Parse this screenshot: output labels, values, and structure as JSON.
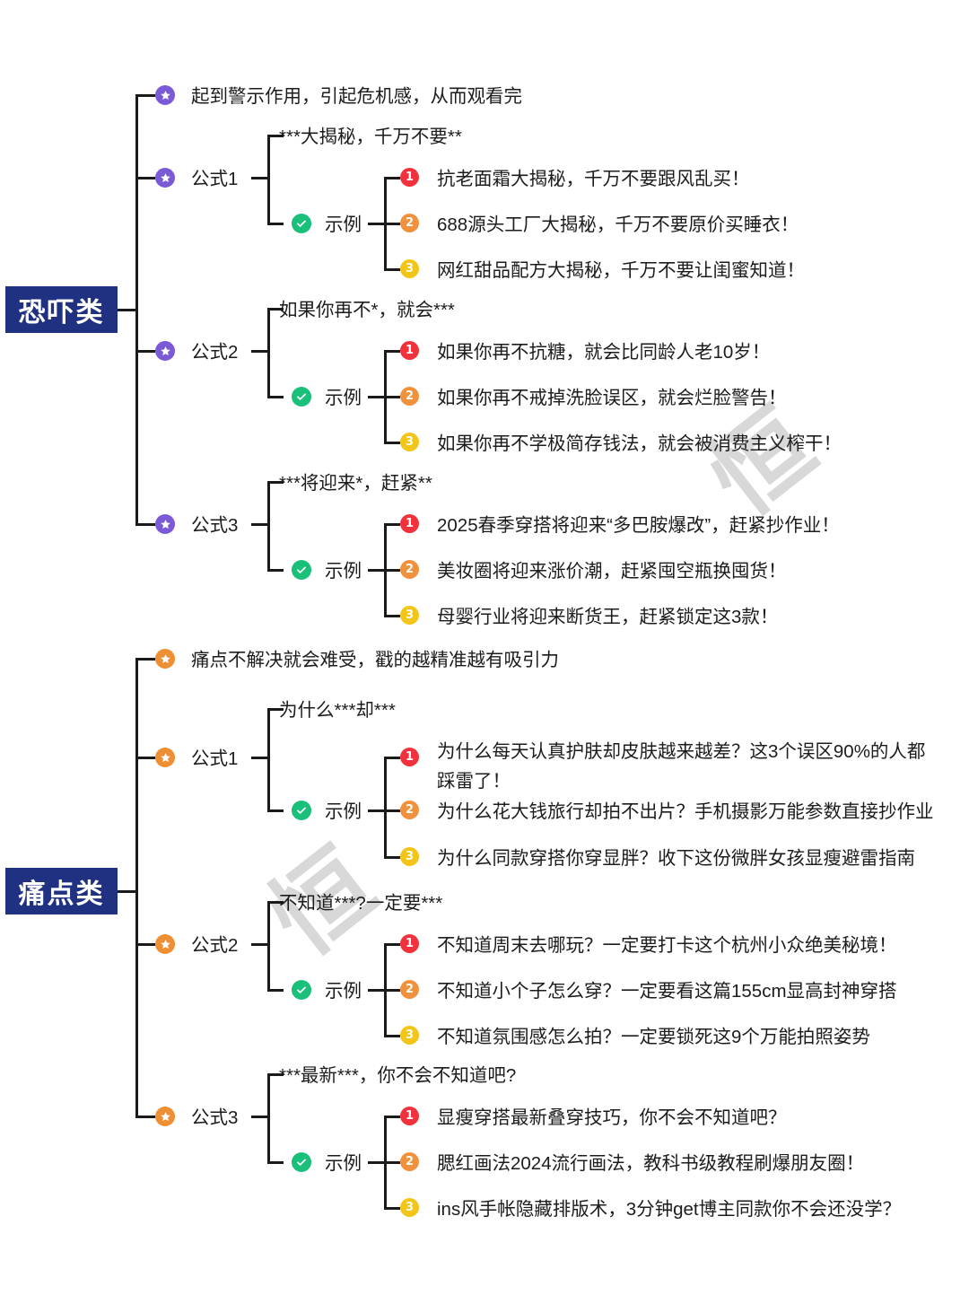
{
  "colors": {
    "category_box_bg": "#1f3180",
    "star_purple": "#7a5ad6",
    "star_orange": "#ef8f33",
    "check_green": "#18c07a",
    "badge_1": "#f0323c",
    "badge_2": "#f0913e",
    "badge_3": "#f2c518",
    "line": "#1a1a1a",
    "text": "#1c1c1c",
    "watermark": "#b9b9b9"
  },
  "watermarks": [
    "恒",
    "恒"
  ],
  "icons": {
    "star": "star-icon",
    "check": "check-circle-icon",
    "badge_1": "number-badge-1-icon",
    "badge_2": "number-badge-2-icon",
    "badge_3": "number-badge-3-icon"
  },
  "labels": {
    "example": "示例"
  },
  "categories": [
    {
      "name": "恐吓类",
      "intro": "起到警示作用，引起危机感，从而观看完",
      "formulas": [
        {
          "label": "公式1",
          "pattern": "***大揭秘，千万不要**",
          "example_label": "示例",
          "examples": [
            "抗老面霜大揭秘，千万不要跟风乱买！",
            "688源头工厂大揭秘，千万不要原价买睡衣！",
            "网红甜品配方大揭秘，千万不要让闺蜜知道！"
          ]
        },
        {
          "label": "公式2",
          "pattern": "如果你再不*，就会***",
          "example_label": "示例",
          "examples": [
            "如果你再不抗糖，就会比同龄人老10岁！",
            "如果你再不戒掉洗脸误区，就会烂脸警告！",
            "如果你再不学极简存钱法，就会被消费主义榨干！"
          ]
        },
        {
          "label": "公式3",
          "pattern": "***将迎来*，赶紧**",
          "example_label": "示例",
          "examples": [
            "2025春季穿搭将迎来“多巴胺爆改”，赶紧抄作业！",
            "美妆圈将迎来涨价潮，赶紧囤空瓶换囤货！",
            "母婴行业将迎来断货王，赶紧锁定这3款！"
          ]
        }
      ]
    },
    {
      "name": "痛点类",
      "intro": "痛点不解决就会难受，戳的越精准越有吸引力",
      "formulas": [
        {
          "label": "公式1",
          "pattern": "为什么***却***",
          "example_label": "示例",
          "examples": [
            "为什么每天认真护肤却皮肤越来越差？这3个误区90%的人都踩雷了！",
            "为什么花大钱旅行却拍不出片？手机摄影万能参数直接抄作业",
            "为什么同款穿搭你穿显胖？收下这份微胖女孩显瘦避雷指南"
          ]
        },
        {
          "label": "公式2",
          "pattern": "不知道***?一定要***",
          "example_label": "示例",
          "examples": [
            "不知道周末去哪玩？一定要打卡这个杭州小众绝美秘境！",
            "不知道小个子怎么穿？一定要看这篇155cm显高封神穿搭",
            "不知道氛围感怎么拍？一定要锁死这9个万能拍照姿势"
          ]
        },
        {
          "label": "公式3",
          "pattern": "***最新***，你不会不知道吧?",
          "example_label": "示例",
          "examples": [
            "显瘦穿搭最新叠穿技巧，你不会不知道吧？",
            "腮红画法2024流行画法，教科书级教程刷爆朋友圈！",
            "ins风手帐隐藏排版术，3分钟get博主同款你不会还没学？"
          ]
        }
      ]
    }
  ]
}
